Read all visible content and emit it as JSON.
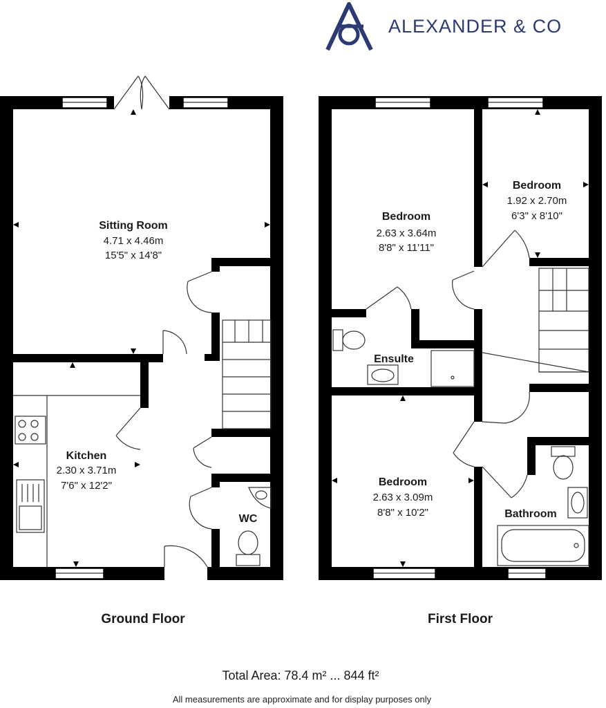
{
  "brand": {
    "name": "ALEXANDER & CO",
    "logo_icon": "a-ampersand-logo",
    "color": "#2b3a73"
  },
  "floors": [
    {
      "label": "Ground Floor"
    },
    {
      "label": "First Floor"
    }
  ],
  "rooms": {
    "sitting_room": {
      "name": "Sitting Room",
      "metric": "4.71 x 4.46m",
      "imperial": "15'5\" x 14'8\""
    },
    "kitchen": {
      "name": "Kitchen",
      "metric": "2.30 x 3.71m",
      "imperial": "7'6\" x 12'2\""
    },
    "wc": {
      "name": "WC"
    },
    "bedroom_1": {
      "name": "Bedroom",
      "metric": "2.63 x 3.64m",
      "imperial": "8'8\" x 11'11\""
    },
    "bedroom_2": {
      "name": "Bedroom",
      "metric": "1.92 x 2.70m",
      "imperial": "6'3\" x 8'10\""
    },
    "bedroom_3": {
      "name": "Bedroom",
      "metric": "2.63 x 3.09m",
      "imperial": "8'8\" x 10'2\""
    },
    "ensuite": {
      "name": "Ensulte"
    },
    "bathroom": {
      "name": "Bathroom"
    }
  },
  "footer": {
    "total_area": "Total Area: 78.4 m² ... 844 ft²",
    "disclaimer": "All measurements are approximate and for display purposes only"
  }
}
